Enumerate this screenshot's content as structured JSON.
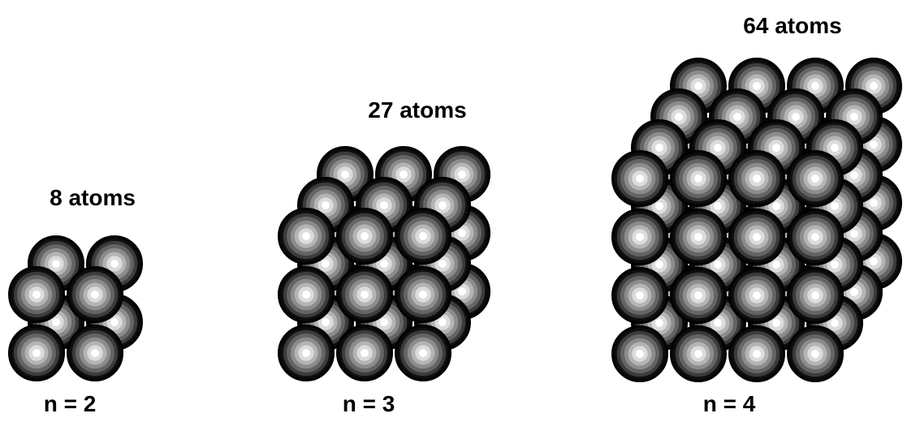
{
  "clusters": [
    {
      "count_label": "8 atoms",
      "n_label": "n = 2",
      "n": 2
    },
    {
      "count_label": "27 atoms",
      "n_label": "n = 3",
      "n": 3
    },
    {
      "count_label": "64 atoms",
      "n_label": "n = 4",
      "n": 4
    }
  ],
  "colors": {
    "background": "#ffffff",
    "atom_outline": "#000000",
    "atom_gradient": [
      "#ffffff",
      "#dcdcdc",
      "#b4b4b4",
      "#8c8c8c",
      "#646464",
      "#3c3c3c",
      "#141414"
    ]
  },
  "icon": "atom-sphere"
}
